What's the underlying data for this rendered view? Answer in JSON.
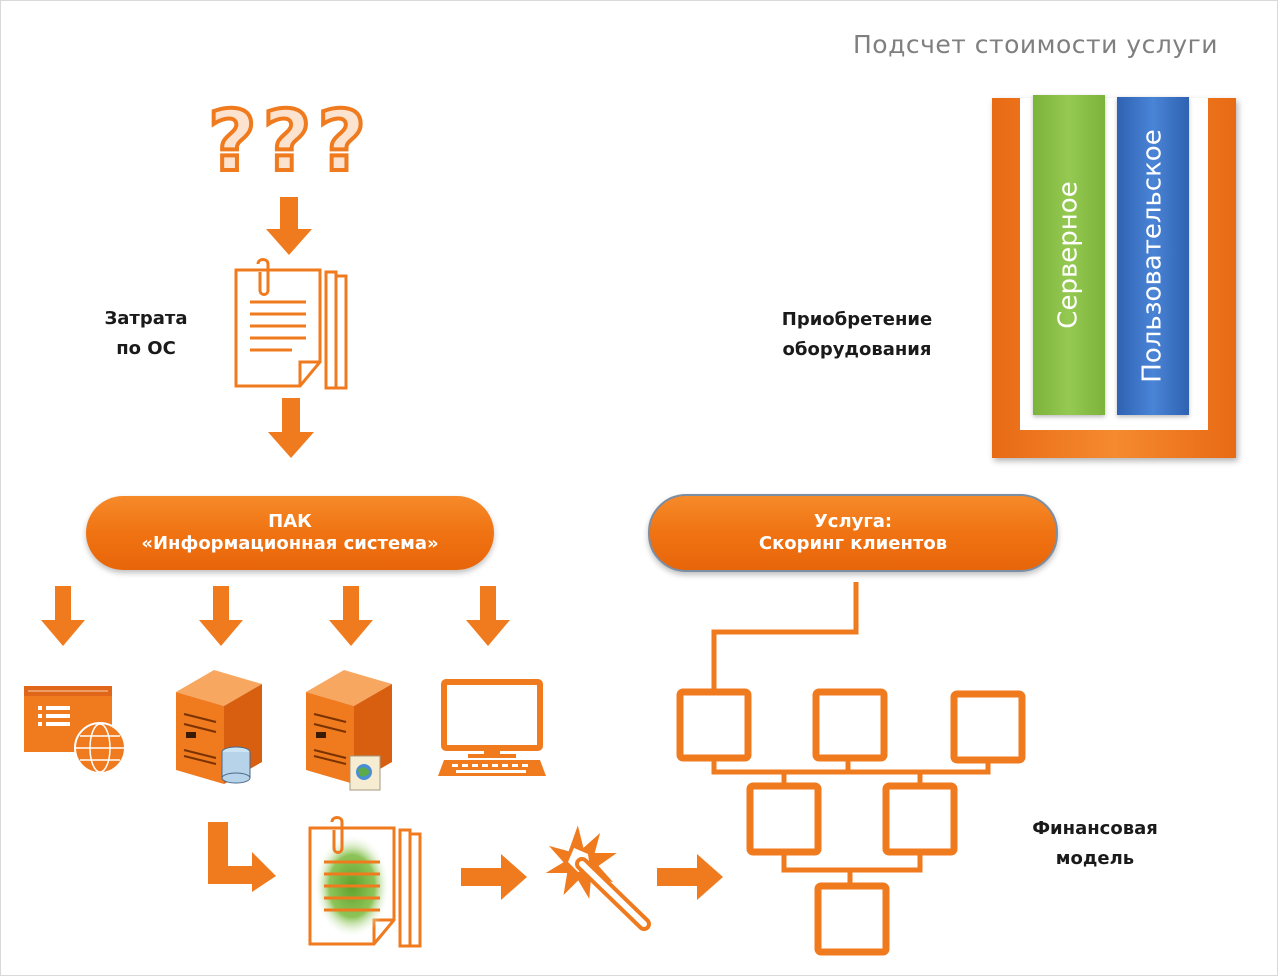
{
  "title": "Подсчет стоимости услуги",
  "question_marks": "???",
  "cost_label": [
    "Затрата",
    "по ОС"
  ],
  "acquire_label": [
    "Приобретение",
    "оборудования"
  ],
  "equipment": {
    "server": "Серверное",
    "user": "Пользовательское"
  },
  "pak": [
    "ПАК",
    "«Информационная система»"
  ],
  "service": [
    "Услуга:",
    "Скоринг клиентов"
  ],
  "finance_label": [
    "Финансовая",
    "модель"
  ],
  "colors": {
    "orange": "#f07a1e",
    "green": "#8cc043",
    "blue": "#3a73c6",
    "gray_text": "#7f7f7f"
  }
}
